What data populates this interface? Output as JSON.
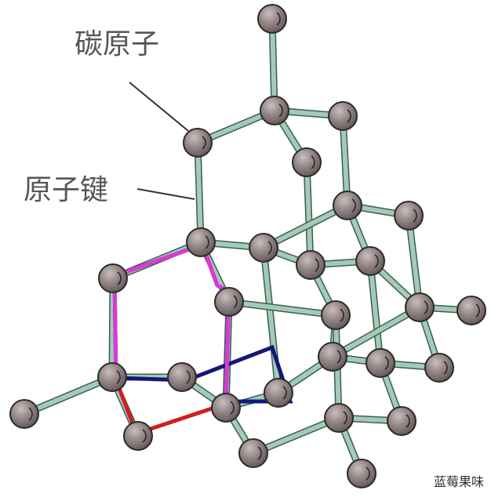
{
  "labels": {
    "carbon_atom": "碳原子",
    "atomic_bond": "原子键"
  },
  "watermark": "蓝莓果味",
  "colors": {
    "bond": "#a3cbb8",
    "bond_edge": "#3c5e4e",
    "atom_fill": "#8a7c7d",
    "atom_edge": "#2e2a2a",
    "ring_magenta": "#d93ad6",
    "ring_navy": "#12187a",
    "ring_red": "#d21e1e",
    "leader": "#333333"
  }
}
